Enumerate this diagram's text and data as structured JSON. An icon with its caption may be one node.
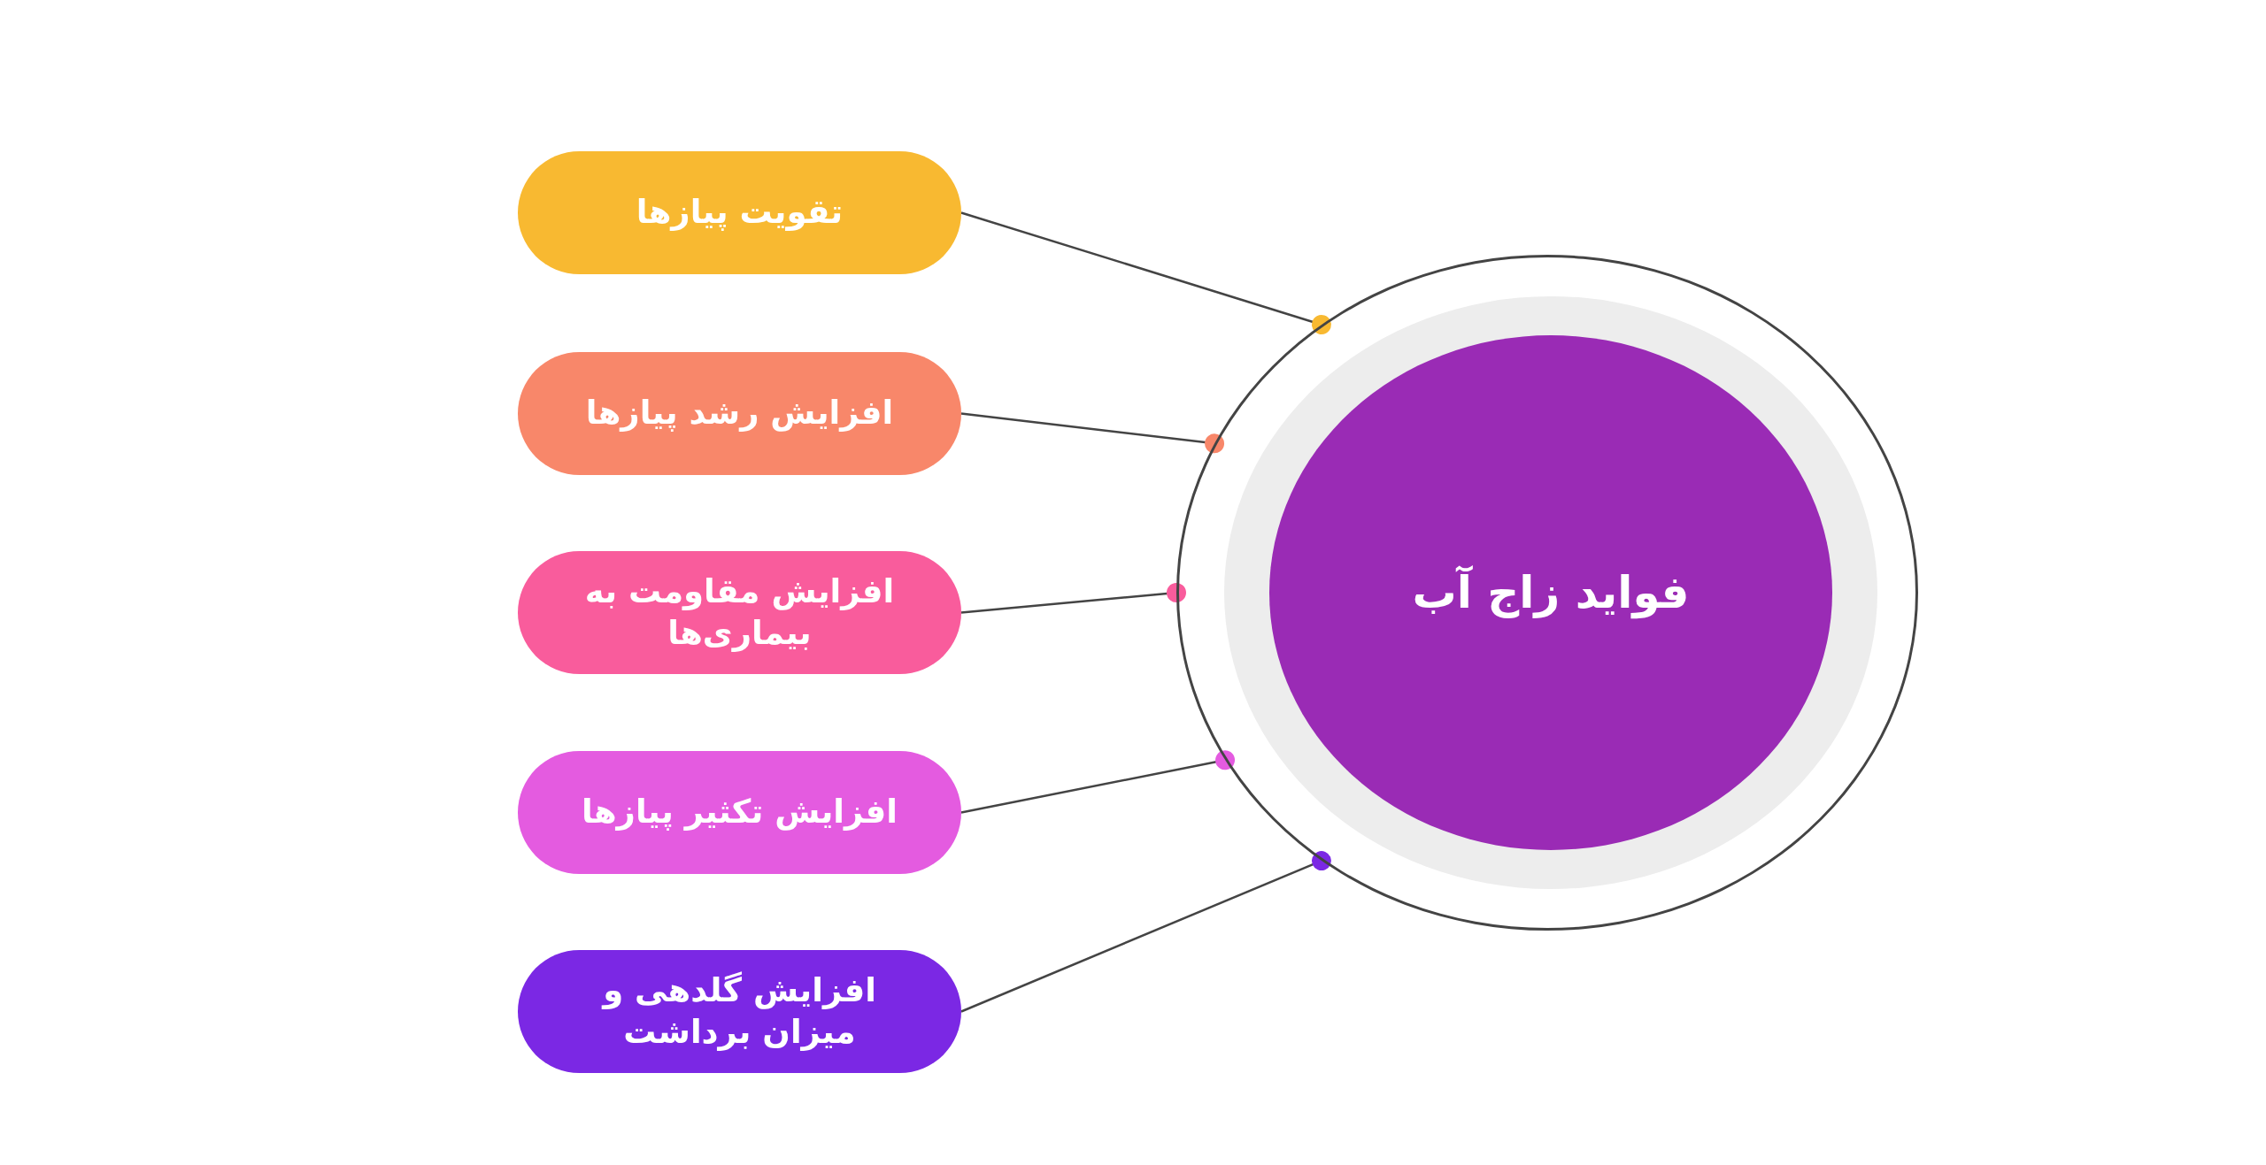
{
  "diagram": {
    "nodes": [
      {
        "text": [
          "فواید زاج آب"
        ]
      },
      {
        "text": [
          "تقویت پیازها"
        ]
      },
      {
        "text": [
          "افزایش رشد پیازها"
        ]
      },
      {
        "text": [
          "افزایش مقاومت به بیماری‌ها"
        ]
      },
      {
        "text": [
          "افزایش تکثیر پیازها"
        ]
      },
      {
        "text": [
          "افزایش گلدهی و میزان برداشت"
        ]
      }
    ],
    "edges": [
      {
        "from": 1,
        "to": 0,
        "arrow": "other"
      },
      {
        "from": 2,
        "to": 0,
        "arrow": "other"
      },
      {
        "from": 3,
        "to": 0,
        "arrow": "other"
      },
      {
        "from": 4,
        "to": 0,
        "arrow": "other"
      },
      {
        "from": 5,
        "to": 0,
        "arrow": "other"
      }
    ]
  }
}
